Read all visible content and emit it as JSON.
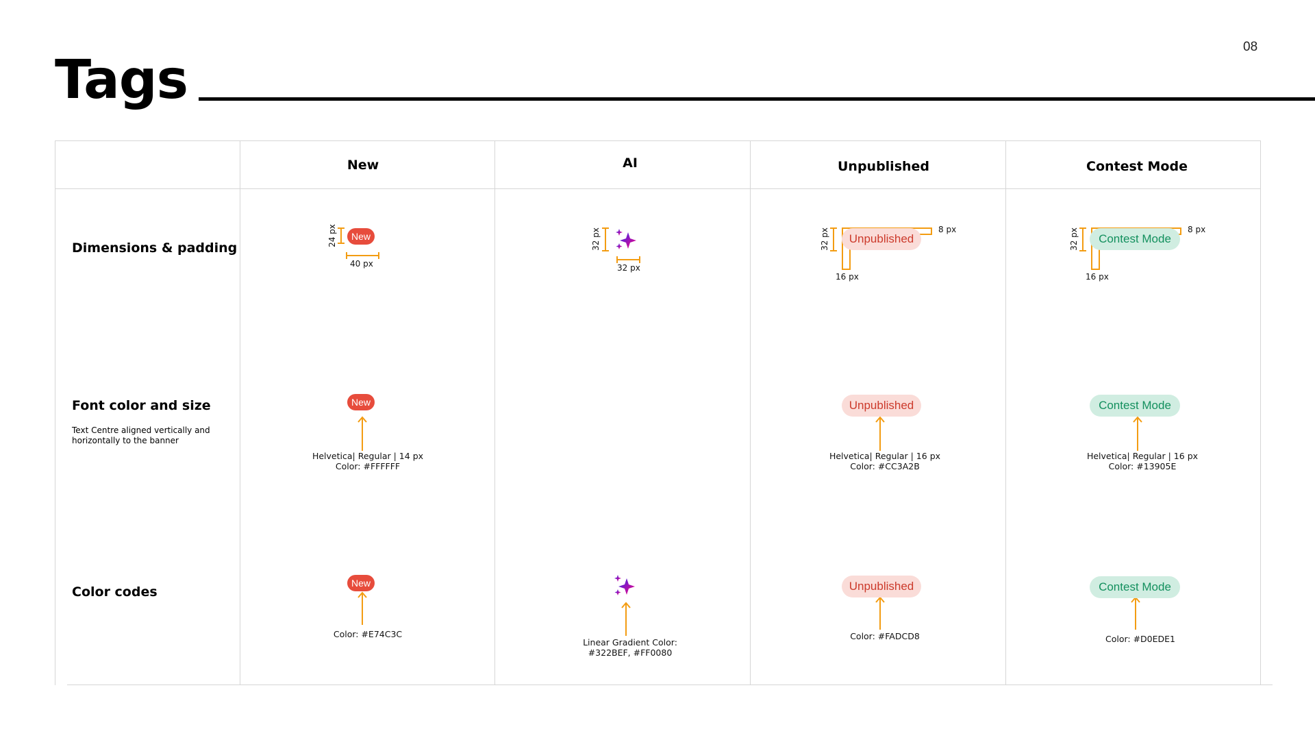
{
  "page": {
    "title": "Tags",
    "number": "08"
  },
  "table": {
    "columns": [
      "New",
      "AI",
      "Unpublished",
      "Contest Mode"
    ],
    "rows": {
      "dimensions": "Dimensions & padding",
      "font": "Font color and size",
      "font_note": "Text Centre aligned vertically and horizontally to the banner",
      "colors": "Color codes"
    }
  },
  "tags": {
    "new_label": "New",
    "unpublished_label": "Unpublished",
    "contest_label": "Contest Mode"
  },
  "dimensions": {
    "new_height": "24 px",
    "new_width": "40 px",
    "ai_height": "32 px",
    "ai_width": "32 px",
    "unpub_height": "32 px",
    "unpub_pad_v": "8 px",
    "unpub_pad_h": "16 px",
    "contest_height": "32 px",
    "contest_pad_v": "8 px",
    "contest_pad_h": "16 px"
  },
  "font_specs": {
    "new_font": "Helvetica| Regular | 14 px",
    "new_color": "Color: #FFFFFF",
    "unpub_font": "Helvetica| Regular | 16 px",
    "unpub_color": "Color: #CC3A2B",
    "contest_font": "Helvetica| Regular | 16 px",
    "contest_color": "Color: #13905E"
  },
  "color_codes": {
    "new": "Color: #E74C3C",
    "ai_line1": "Linear Gradient Color:",
    "ai_line2": "#322BEF, #FF0080",
    "unpub": "Color: #FADCD8",
    "contest": "Color: #D0EDE1"
  },
  "colors": {
    "annotation": "#F39C12",
    "new_bg": "#E74C3C",
    "unpub_bg": "#FADCD8",
    "unpub_text": "#CC3A2B",
    "contest_bg": "#D0EDE1",
    "contest_text": "#13905E",
    "gradient_start": "#322BEF",
    "gradient_end": "#FF0080"
  }
}
